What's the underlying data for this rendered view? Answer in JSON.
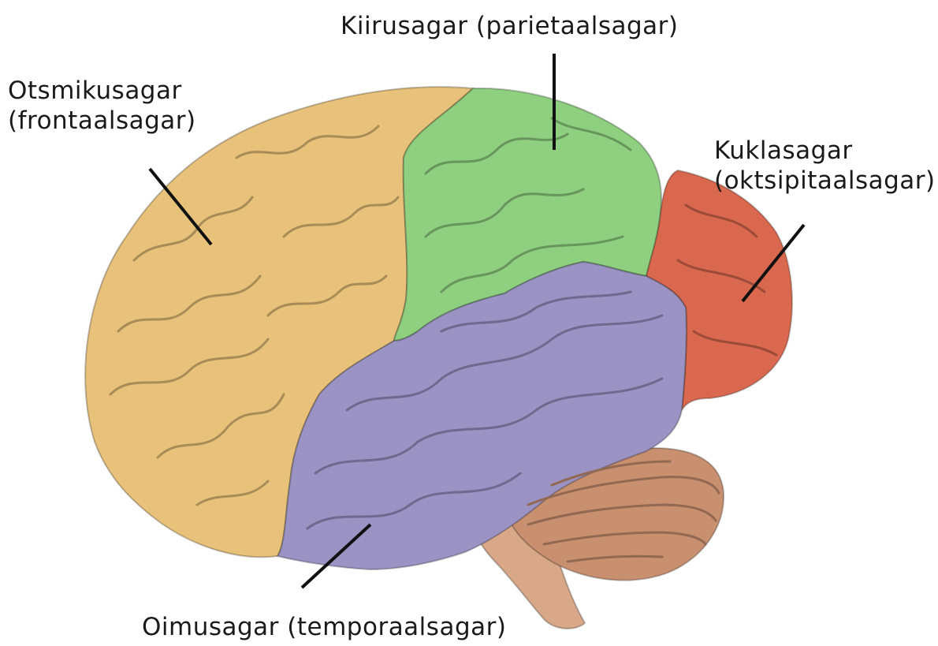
{
  "labels": {
    "parietal": "Kiirusagar (parietaalsagar)",
    "frontal": [
      "Otsmikusagar",
      "(frontaalsagar)"
    ],
    "occipital": [
      "Kuklasagar",
      "(oktsipitaalsagar)"
    ],
    "temporal": "Oimusagar (temporaalsagar)"
  },
  "colors": {
    "frontal": "#e8c27a",
    "parietal": "#8fcf80",
    "occipital": "#d9684f",
    "temporal": "#9a93c4",
    "cerebellum": "#c99070",
    "brainstem": "#d8a888",
    "leader_line": "#111111"
  }
}
